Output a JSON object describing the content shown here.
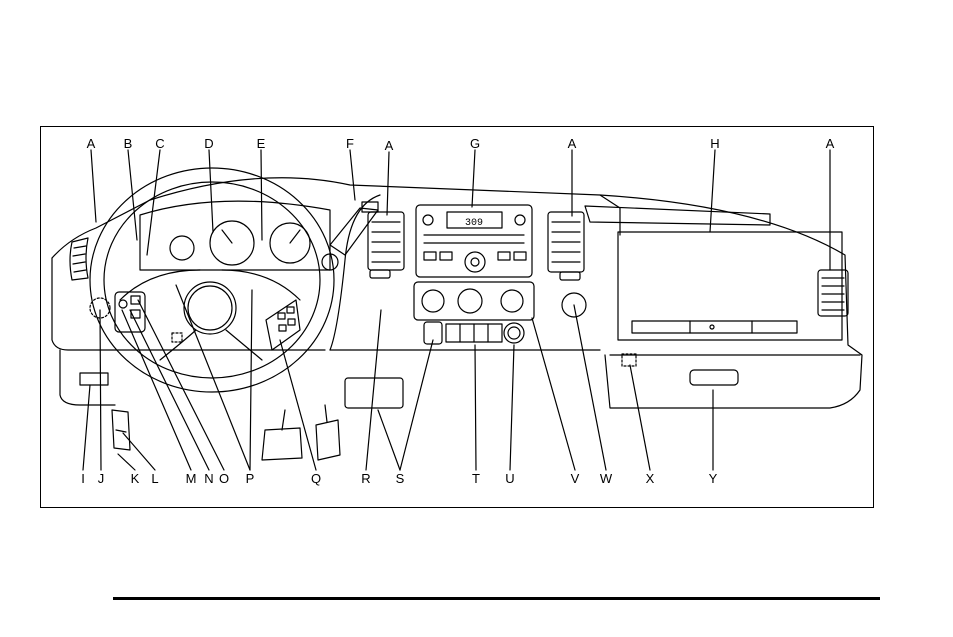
{
  "figure": {
    "labels_top": [
      "A",
      "B",
      "C",
      "D",
      "E",
      "F",
      "A",
      "G",
      "A",
      "H",
      "A"
    ],
    "labels_bottom": [
      "I",
      "J",
      "K",
      "L",
      "M",
      "N",
      "O",
      "P",
      "Q",
      "R",
      "S",
      "T",
      "U",
      "V",
      "W",
      "X",
      "Y"
    ],
    "radio_display": "309"
  },
  "colors": {
    "ink": "#000000",
    "paper": "#ffffff",
    "shade": "#bdbdbd"
  }
}
